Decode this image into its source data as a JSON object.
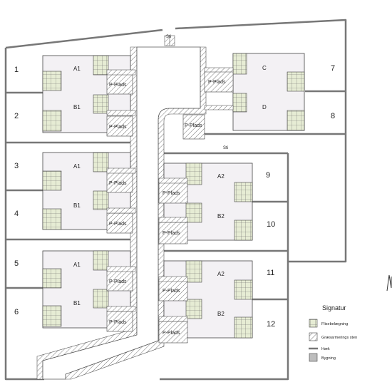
{
  "plots": {
    "p1": "1",
    "p2": "2",
    "p3": "3",
    "p4": "4",
    "p5": "5",
    "p6": "6",
    "p7": "7",
    "p8": "8",
    "p9": "9",
    "p10": "10",
    "p11": "11",
    "p12": "12"
  },
  "buildings": {
    "row1_top": "A1",
    "row1_bottom": "B1",
    "row2_top": "A1",
    "row2_bottom": "B1",
    "row3_top": "A1",
    "row3_bottom": "B1",
    "mid_top": "A2",
    "mid_bottom": "B2",
    "low_top": "A2",
    "low_bottom": "B2",
    "east_top": "C",
    "east_bottom": "D"
  },
  "parking_label": "P-Plads",
  "paths": {
    "north": "Sti",
    "middle": "Sti"
  },
  "legend": {
    "title": "Signatur",
    "items": {
      "tiles": "Flisebelægning",
      "grass_stones": "Græsarmerings sten",
      "hedge": "Hæk",
      "building": "Bygning"
    }
  },
  "colors": {
    "building_fill": "#f3f1f4",
    "hedge": "#777777",
    "tile_fill": "#e6ecd4",
    "hatch": "#555555"
  }
}
